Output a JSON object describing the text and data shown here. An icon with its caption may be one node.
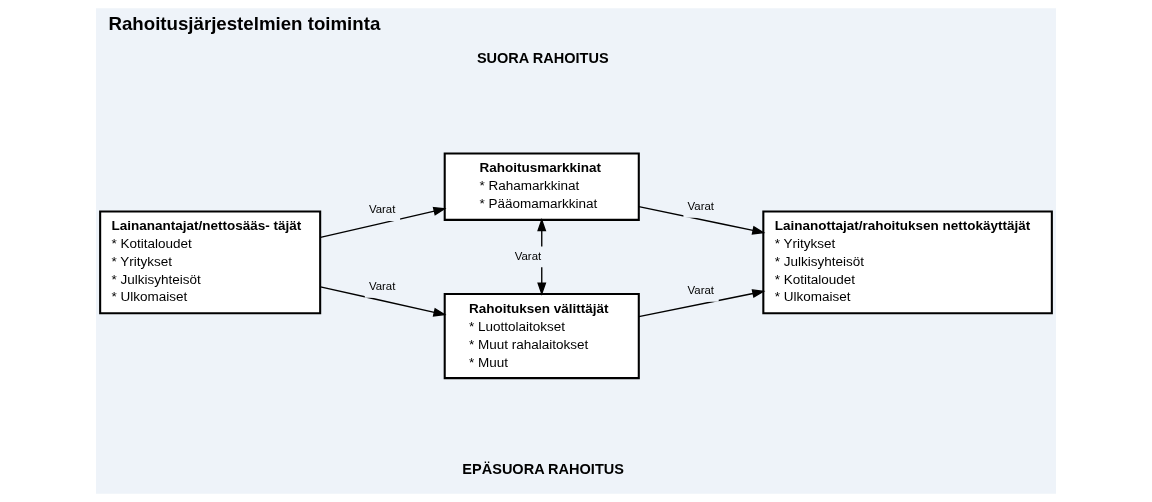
{
  "diagram": {
    "title": "Rahoitusjärjestelmien toiminta",
    "nodes": [
      {
        "text": [
          "Lainanantajat/nettosääs- täjät",
          "* Kotitaloudet",
          "* Yritykset",
          "* Julkisyhteisöt",
          "* Ulkomaiset"
        ]
      },
      {
        "text": [
          "Rahoitusmarkkinat",
          "* Rahamarkkinat",
          "* Pääomamarkkinat"
        ]
      },
      {
        "text": [
          "Lainanottajat/rahoituksen nettokäyttäjät",
          "* Yritykset",
          "* Julkisyhteisöt",
          "* Kotitaloudet",
          "* Ulkomaiset"
        ]
      },
      {
        "text": [
          "Rahoituksen välittäjät",
          "* Luottolaitokset",
          "* Muut rahalaitokset",
          "* Muut"
        ]
      }
    ],
    "edges": [
      {
        "from": 0,
        "to": 1,
        "arrow": "to",
        "label": "Varat"
      },
      {
        "from": 1,
        "to": 2,
        "arrow": "to",
        "label": "Varat"
      },
      {
        "from": 1,
        "to": 3,
        "arrow": "both",
        "label": "Varat"
      },
      {
        "from": 0,
        "to": 3,
        "arrow": "to",
        "label": "Varat"
      },
      {
        "from": 3,
        "to": 2,
        "arrow": "to",
        "label": "Varat"
      }
    ],
    "labels": [
      "SUORA RAHOITUS",
      "EPÄSUORA RAHOITUS"
    ]
  }
}
